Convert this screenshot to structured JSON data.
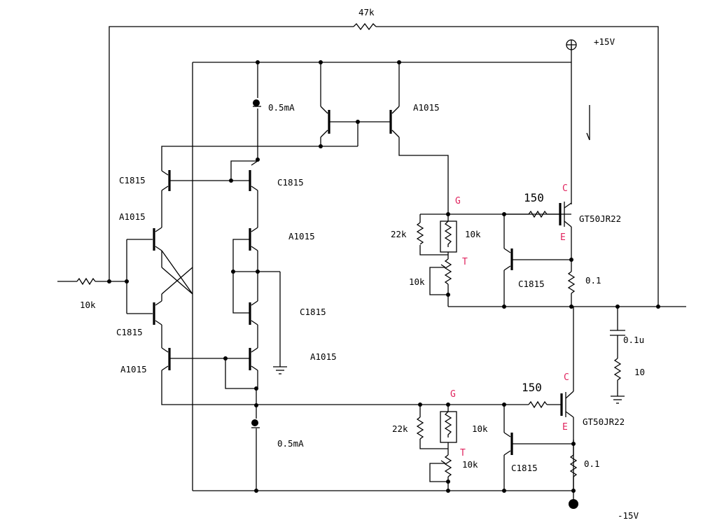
{
  "labels": {
    "r_feedback": "47k",
    "vplus": "+15V",
    "vminus": "-15V",
    "r_input": "10k",
    "cs_top": "0.5mA",
    "cs_bottom": "0.5mA",
    "q_pmirror": "A1015",
    "q_left_top": "C1815",
    "q_left_a1": "A1015",
    "q_left_c2": "C1815",
    "q_left_a2": "A1015",
    "q_right_top": "C1815",
    "q_right_a1": "A1015",
    "q_right_c2": "C1815",
    "q_right_a2": "A1015",
    "up_r_bias": "22k",
    "up_r_gate": "10k",
    "up_pot": "10k",
    "up_pin_t": "T",
    "up_pin_g": "G",
    "up_r_series": "150",
    "up_pin_c": "C",
    "up_pin_e": "E",
    "up_igbt": "GT50JR22",
    "up_q_prot": "C1815",
    "up_r_sense": "0.1",
    "lo_r_bias": "22k",
    "lo_r_gate": "10k",
    "lo_pot": "10k",
    "lo_pin_t": "T",
    "lo_pin_g": "G",
    "lo_r_series": "150",
    "lo_pin_c": "C",
    "lo_pin_e": "E",
    "lo_igbt": "GT50JR22",
    "lo_q_prot": "C1815",
    "lo_r_sense": "0.1",
    "zobel_c": "0.1u",
    "zobel_r": "10"
  }
}
